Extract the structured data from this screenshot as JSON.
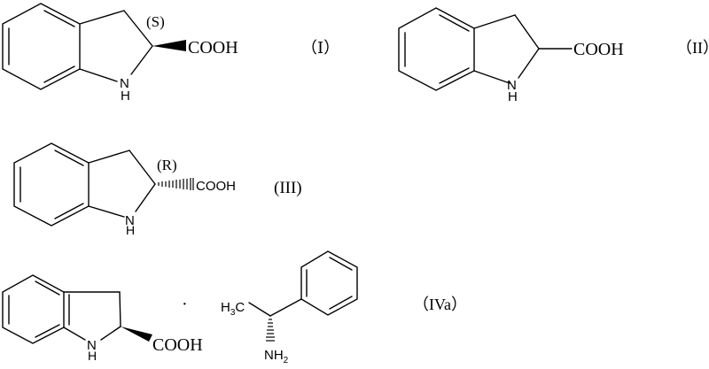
{
  "compounds": [
    {
      "id": "I",
      "label": "（Ⅰ）",
      "stereo_label": "(S)",
      "group": "COOH",
      "nh_n": "N",
      "nh_h": "H",
      "bond_type": "wedge"
    },
    {
      "id": "II",
      "label": "（II）",
      "group": "COOH",
      "nh_n": "N",
      "nh_h": "H",
      "bond_type": "plain"
    },
    {
      "id": "III",
      "label": "(III)",
      "stereo_label": "(R)",
      "group": "COOH",
      "nh_n": "N",
      "nh_h": "H",
      "bond_type": "hash"
    },
    {
      "id": "IVa",
      "label": "（IVa）",
      "group": "COOH",
      "nh_n": "N",
      "nh_h": "H",
      "bond_type": "wedge",
      "salt_dot": "·",
      "amine": {
        "methyl": "H3C",
        "methyl_h": "H",
        "methyl_sub": "3",
        "methyl_c": "C",
        "amine_n": "NH",
        "amine_sub": "2",
        "bond_type": "hash"
      }
    }
  ]
}
